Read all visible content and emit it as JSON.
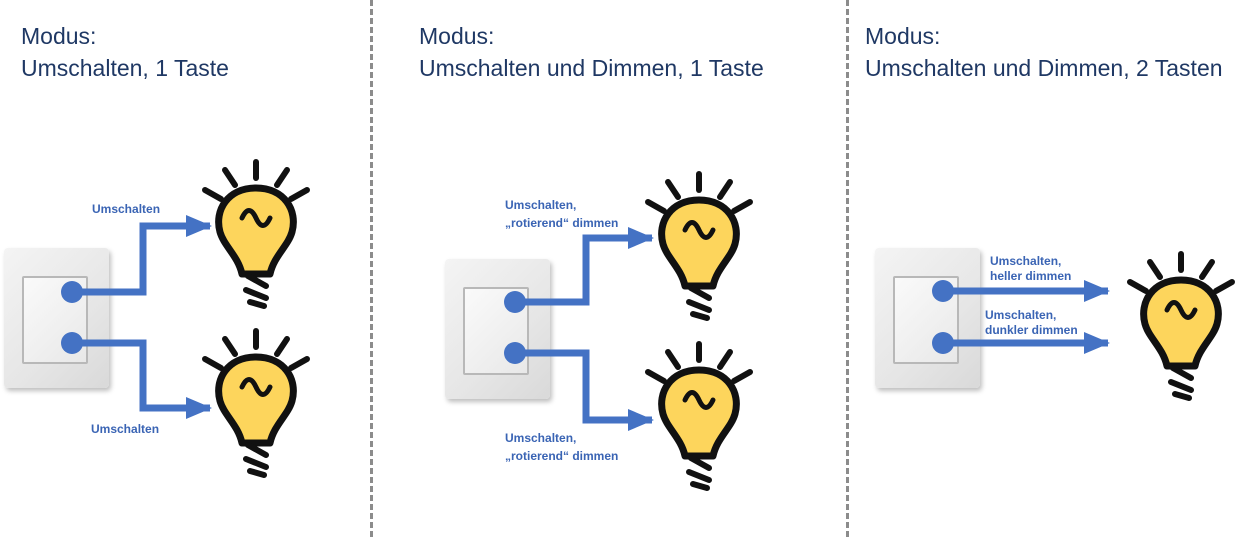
{
  "panels": [
    {
      "title_line1": "Modus:",
      "title_line2": "Umschalten, 1 Taste",
      "label_top": "Umschalten",
      "label_bottom": "Umschalten"
    },
    {
      "title_line1": "Modus:",
      "title_line2": "Umschalten und Dimmen, 1 Taste",
      "label_top_line1": "Umschalten,",
      "label_top_line2": "„rotierend“ dimmen",
      "label_bottom_line1": "Umschalten,",
      "label_bottom_line2": "„rotierend“ dimmen"
    },
    {
      "title_line1": "Modus:",
      "title_line2": "Umschalten und Dimmen, 2 Tasten",
      "label_top_line1": "Umschalten,",
      "label_top_line2": "heller dimmen",
      "label_bottom_line1": "Umschalten,",
      "label_bottom_line2": "dunkler dimmen"
    }
  ],
  "colors": {
    "title": "#1f3864",
    "arrow": "#4472c4",
    "label": "#3a64b4",
    "bulb_fill": "#fdd55c",
    "outline": "#111111",
    "divider": "#8c8c8c"
  },
  "icons": [
    "wall-switch-icon",
    "light-bulb-icon"
  ]
}
